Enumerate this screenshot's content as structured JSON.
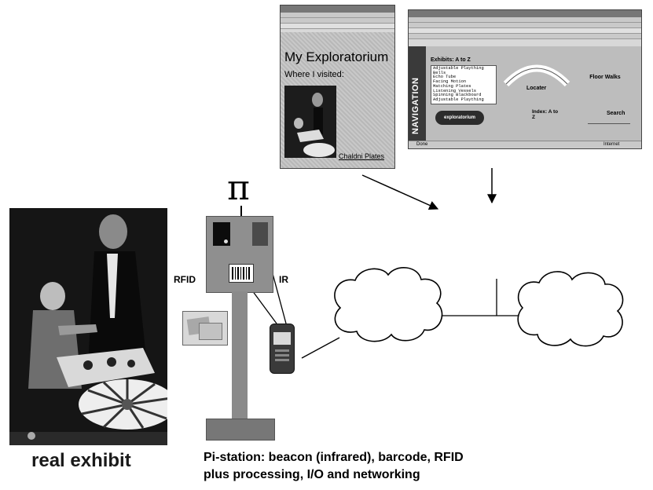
{
  "browser_left": {
    "title": "My Exploratorium",
    "subtitle": "Where I visited:",
    "link": "Chaldni Plates"
  },
  "browser_right": {
    "nav_label": "NAVIGATION",
    "list_heading": "Exhibits: A to Z",
    "exhibits": [
      "Adjustable Plaything",
      "Bells",
      "Echo Tube",
      "Facing Motion",
      "Matching Plates",
      "Listening Vessels",
      "Spinning Blackboard",
      "Adjustable Plaything"
    ],
    "locator": "Locater",
    "floor_walks": "Floor Walks",
    "index": "Index: A to Z",
    "search": "Search",
    "logo": "exploratorium",
    "status": "Done",
    "zone": "Internet"
  },
  "station": {
    "symbol": "π",
    "rfid": "RFID",
    "ir": "IR"
  },
  "captions": {
    "real_exhibit": "real exhibit",
    "pi_line1": "Pi-station: beacon (infrared), barcode, RFID",
    "pi_line2": "plus processing, I/O and networking"
  },
  "colors": {
    "line": "#000000",
    "pole": "#8a8a8a"
  }
}
